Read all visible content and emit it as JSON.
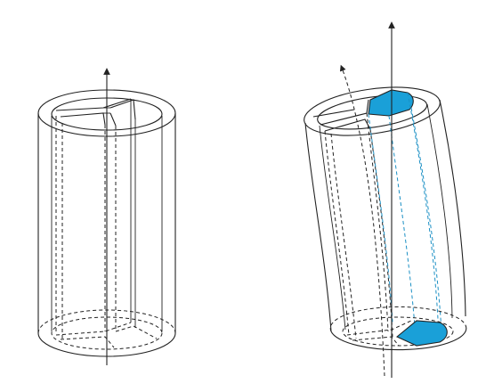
{
  "figure": {
    "panels": [
      {
        "id": "straight-tube",
        "kind": "straight cylinder with three inner sectors"
      },
      {
        "id": "bent-tube",
        "kind": "bent cylinder with one highlighted sector"
      }
    ],
    "colors": {
      "line": "#222222",
      "highlight": "#1aa0d8",
      "highlight_line": "#1a8fc4",
      "background": "#ffffff"
    },
    "icons": [
      "arrow-up-icon",
      "arrow-up-icon",
      "arrow-up-icon"
    ]
  }
}
